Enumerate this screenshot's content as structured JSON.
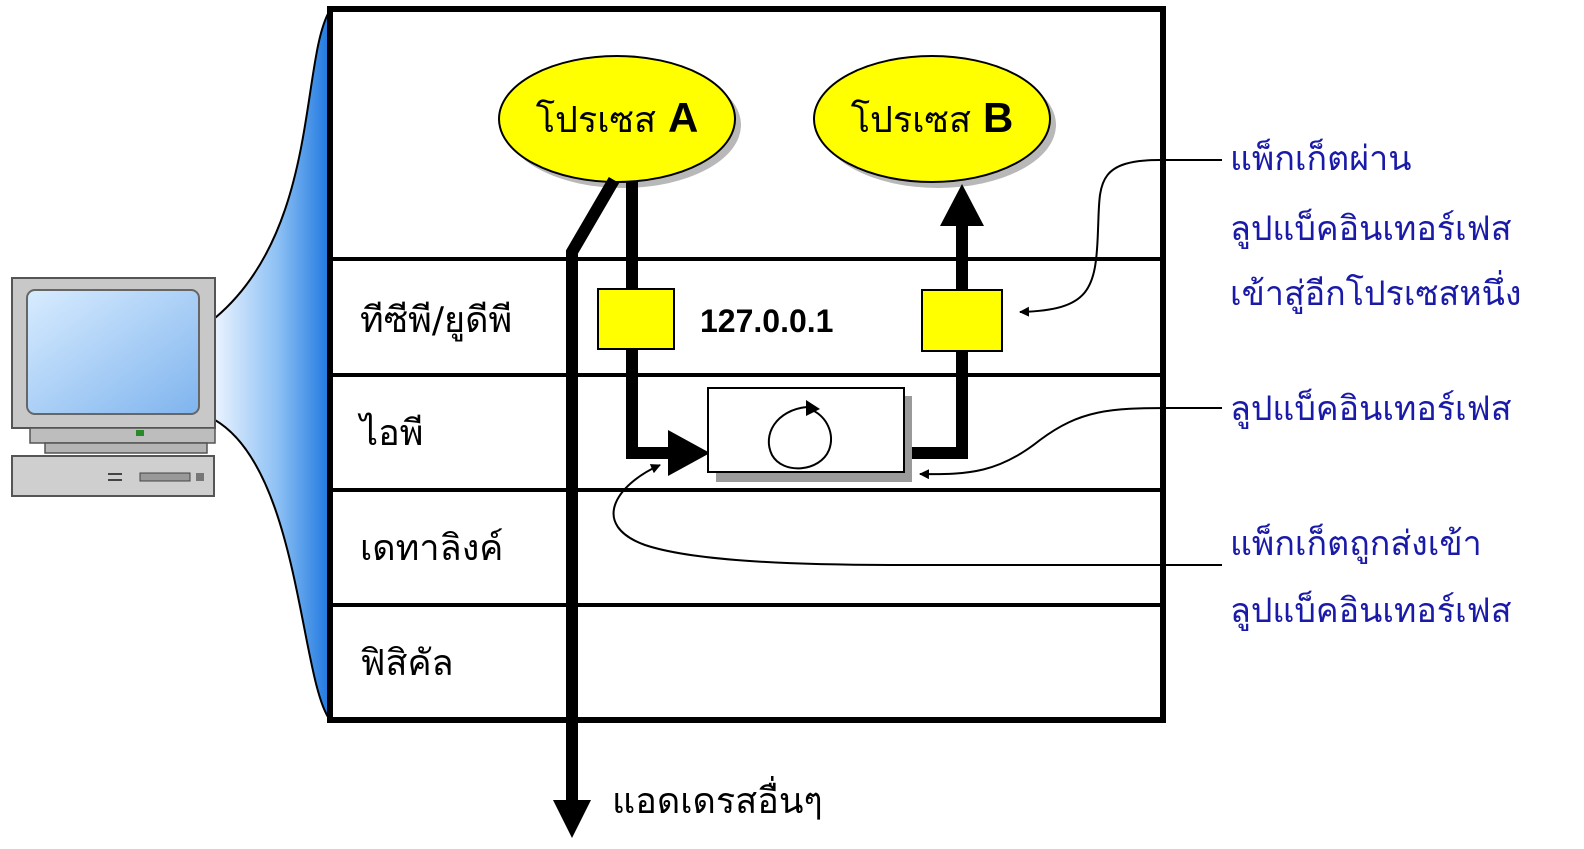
{
  "processes": {
    "a": {
      "label": "โปรเซส",
      "letter": "A"
    },
    "b": {
      "label": "โปรเซส",
      "letter": "B"
    }
  },
  "layers": [
    "ทีซีพี/ยูดีพี",
    "ไอพี",
    "เดทาลิงค์",
    "ฟิสิคัล"
  ],
  "loopback_address": "127.0.0.1",
  "other_addresses": "แอดเดรสอื่นๆ",
  "callouts": {
    "packet_through_loopback": [
      "แพ็กเก็ตผ่าน",
      "ลูปแบ็คอินเทอร์เฟส",
      "เข้าสู่อีกโปรเซสหนึ่ง"
    ],
    "loopback_interface": [
      "ลูปแบ็คอินเทอร์เฟส"
    ],
    "packet_sent_into": [
      "แพ็กเก็ตถูกส่งเข้า",
      "ลูปแบ็คอินเทอร์เฟส"
    ]
  },
  "colors": {
    "process_fill": "#ffff00",
    "port_fill": "#ffff00",
    "callout_text": "#1a1aa8",
    "computer_panel": "#3d8ee6",
    "outline": "#000000"
  },
  "icons": {
    "computer": "computer-icon",
    "loop": "loop-arrow-icon"
  }
}
